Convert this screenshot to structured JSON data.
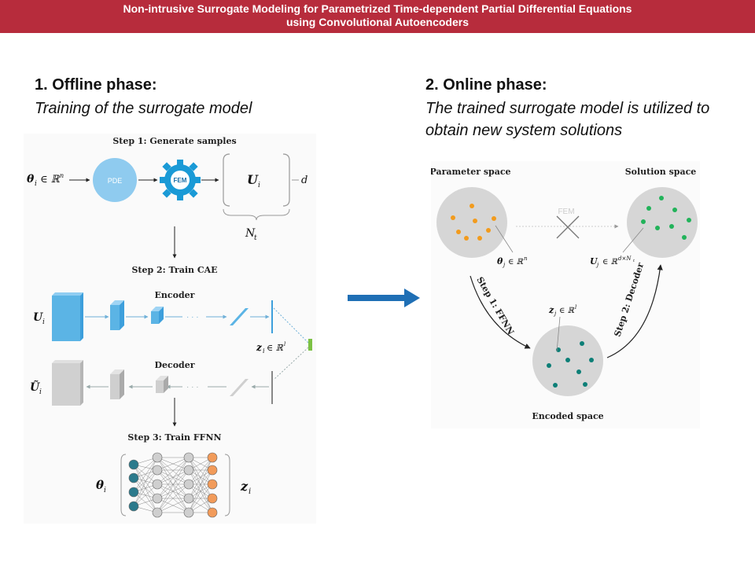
{
  "header": {
    "title_line1": "Non-intrusive Surrogate Modeling for Parametrized Time-dependent Partial Differential Equations",
    "title_line2": "using Convolutional Autoencoders"
  },
  "offline": {
    "heading": "1. Offline phase:",
    "subtitle": "Training of the surrogate model",
    "step1": "Step 1: Generate samples",
    "step2": "Step 2: Train CAE",
    "step3": "Step 3: Train FFNN",
    "pde_label": "PDE",
    "fem_label": "FEM",
    "encoder_label": "Encoder",
    "decoder_label": "Decoder",
    "theta_in": "θ",
    "theta_sub": "i",
    "in_rn": "∈ ℝ",
    "n_sup": "n",
    "U_label": "U",
    "U_sub": "i",
    "d_label": "d",
    "N_label": "N",
    "t_sub": "t",
    "Utilde_label": "Ũ",
    "z_label": "z",
    "z_in": "∈ ℝ",
    "l_sup": "l",
    "dots": "· · ·"
  },
  "online": {
    "heading": "2. Online phase:",
    "subtitle_line1": "The trained surrogate model is utilized to",
    "subtitle_line2": "obtain new system solutions",
    "param_space": "Parameter space",
    "solution_space": "Solution space",
    "encoded_space": "Encoded space",
    "fem_label": "FEM",
    "theta_j": "θ",
    "j_sub": "j",
    "in_rn": "∈ ℝ",
    "n_sup": "n",
    "U_j": "U",
    "in_rdn": "∈ ℝ",
    "dn_sup": "d×N",
    "t_sub": "t",
    "z_j": "z",
    "in_rl": "∈ ℝ",
    "l_sup": "l",
    "step1_arrow": "Step 1: FFNN",
    "step2_arrow": "Step 2: Decoder"
  },
  "colors": {
    "banner": "#b72c3c",
    "pde_circle": "#8fcbef",
    "fem_gear": "#1a9ad6",
    "encoder_blue": "#5bb4e5",
    "latent_green": "#7cc144",
    "param_dot": "#f29b1d",
    "solution_dot": "#22b35a",
    "encoded_dot": "#0d7f77",
    "arrow_blue": "#1f6fb5"
  }
}
